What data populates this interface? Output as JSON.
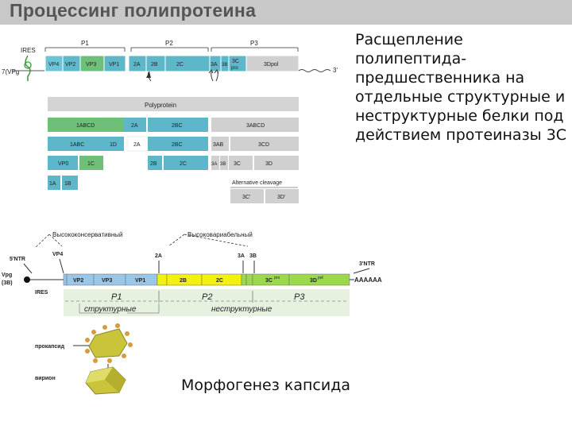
{
  "title": "Процессинг полипротеина",
  "description": "Расщепление полипептида-предшественника на отдельные структурные и неструктурные белки под действием протеиназы 3С",
  "caption": "Морфогенез капсида",
  "top_diagram": {
    "ires": "IRES",
    "vpg_label": "7(VPg",
    "p1": "P1",
    "p2": "P2",
    "p3": "P3",
    "end3": "3'",
    "genome": [
      "VP4",
      "VP2",
      "VP3",
      "VP1",
      "2A",
      "2B",
      "2C",
      "3A",
      "3B",
      "3C",
      "3Dpol"
    ],
    "genome_3b_extra": "3C",
    "genome_3c_extra": "pro",
    "polyprotein": "Polyprotein",
    "row1": [
      "1ABCD",
      "2A",
      "2BC",
      "3ABCD"
    ],
    "row2": [
      "1ABC",
      "1D",
      "2A",
      "2BC",
      "3AB",
      "3CD"
    ],
    "row3": [
      "VP0",
      "1C",
      "2B",
      "2C",
      "3A",
      "3B",
      "3C",
      "3D"
    ],
    "row4": [
      "1A",
      "1B"
    ],
    "alt_label": "Alternative cleavage",
    "alt": [
      "3C'",
      "3D'"
    ]
  },
  "bottom_diagram": {
    "conserved": "Высококонсервативный",
    "variable": "Высоковариабельный",
    "utr5": "5'NTR",
    "utr3": "3'NTR",
    "vp4": "VP4",
    "site_2a": "2A",
    "site_3a": "3A",
    "site_3b": "3B",
    "vpg": "Vpg",
    "vpg_3b": "(3B)",
    "ires": "IRES",
    "segments": [
      "VP2",
      "VP3",
      "VP1",
      "2B",
      "2C",
      "3C",
      "3D"
    ],
    "seg_3c_sup": "pro",
    "seg_3d_sup": "pol",
    "polya": "AAAAAA",
    "p1": "P1",
    "p2": "P2",
    "p3": "P3",
    "structural": "структурные",
    "nonstructural": "неструктурные",
    "procapsid": "прокапсид",
    "virion": "вирион"
  }
}
